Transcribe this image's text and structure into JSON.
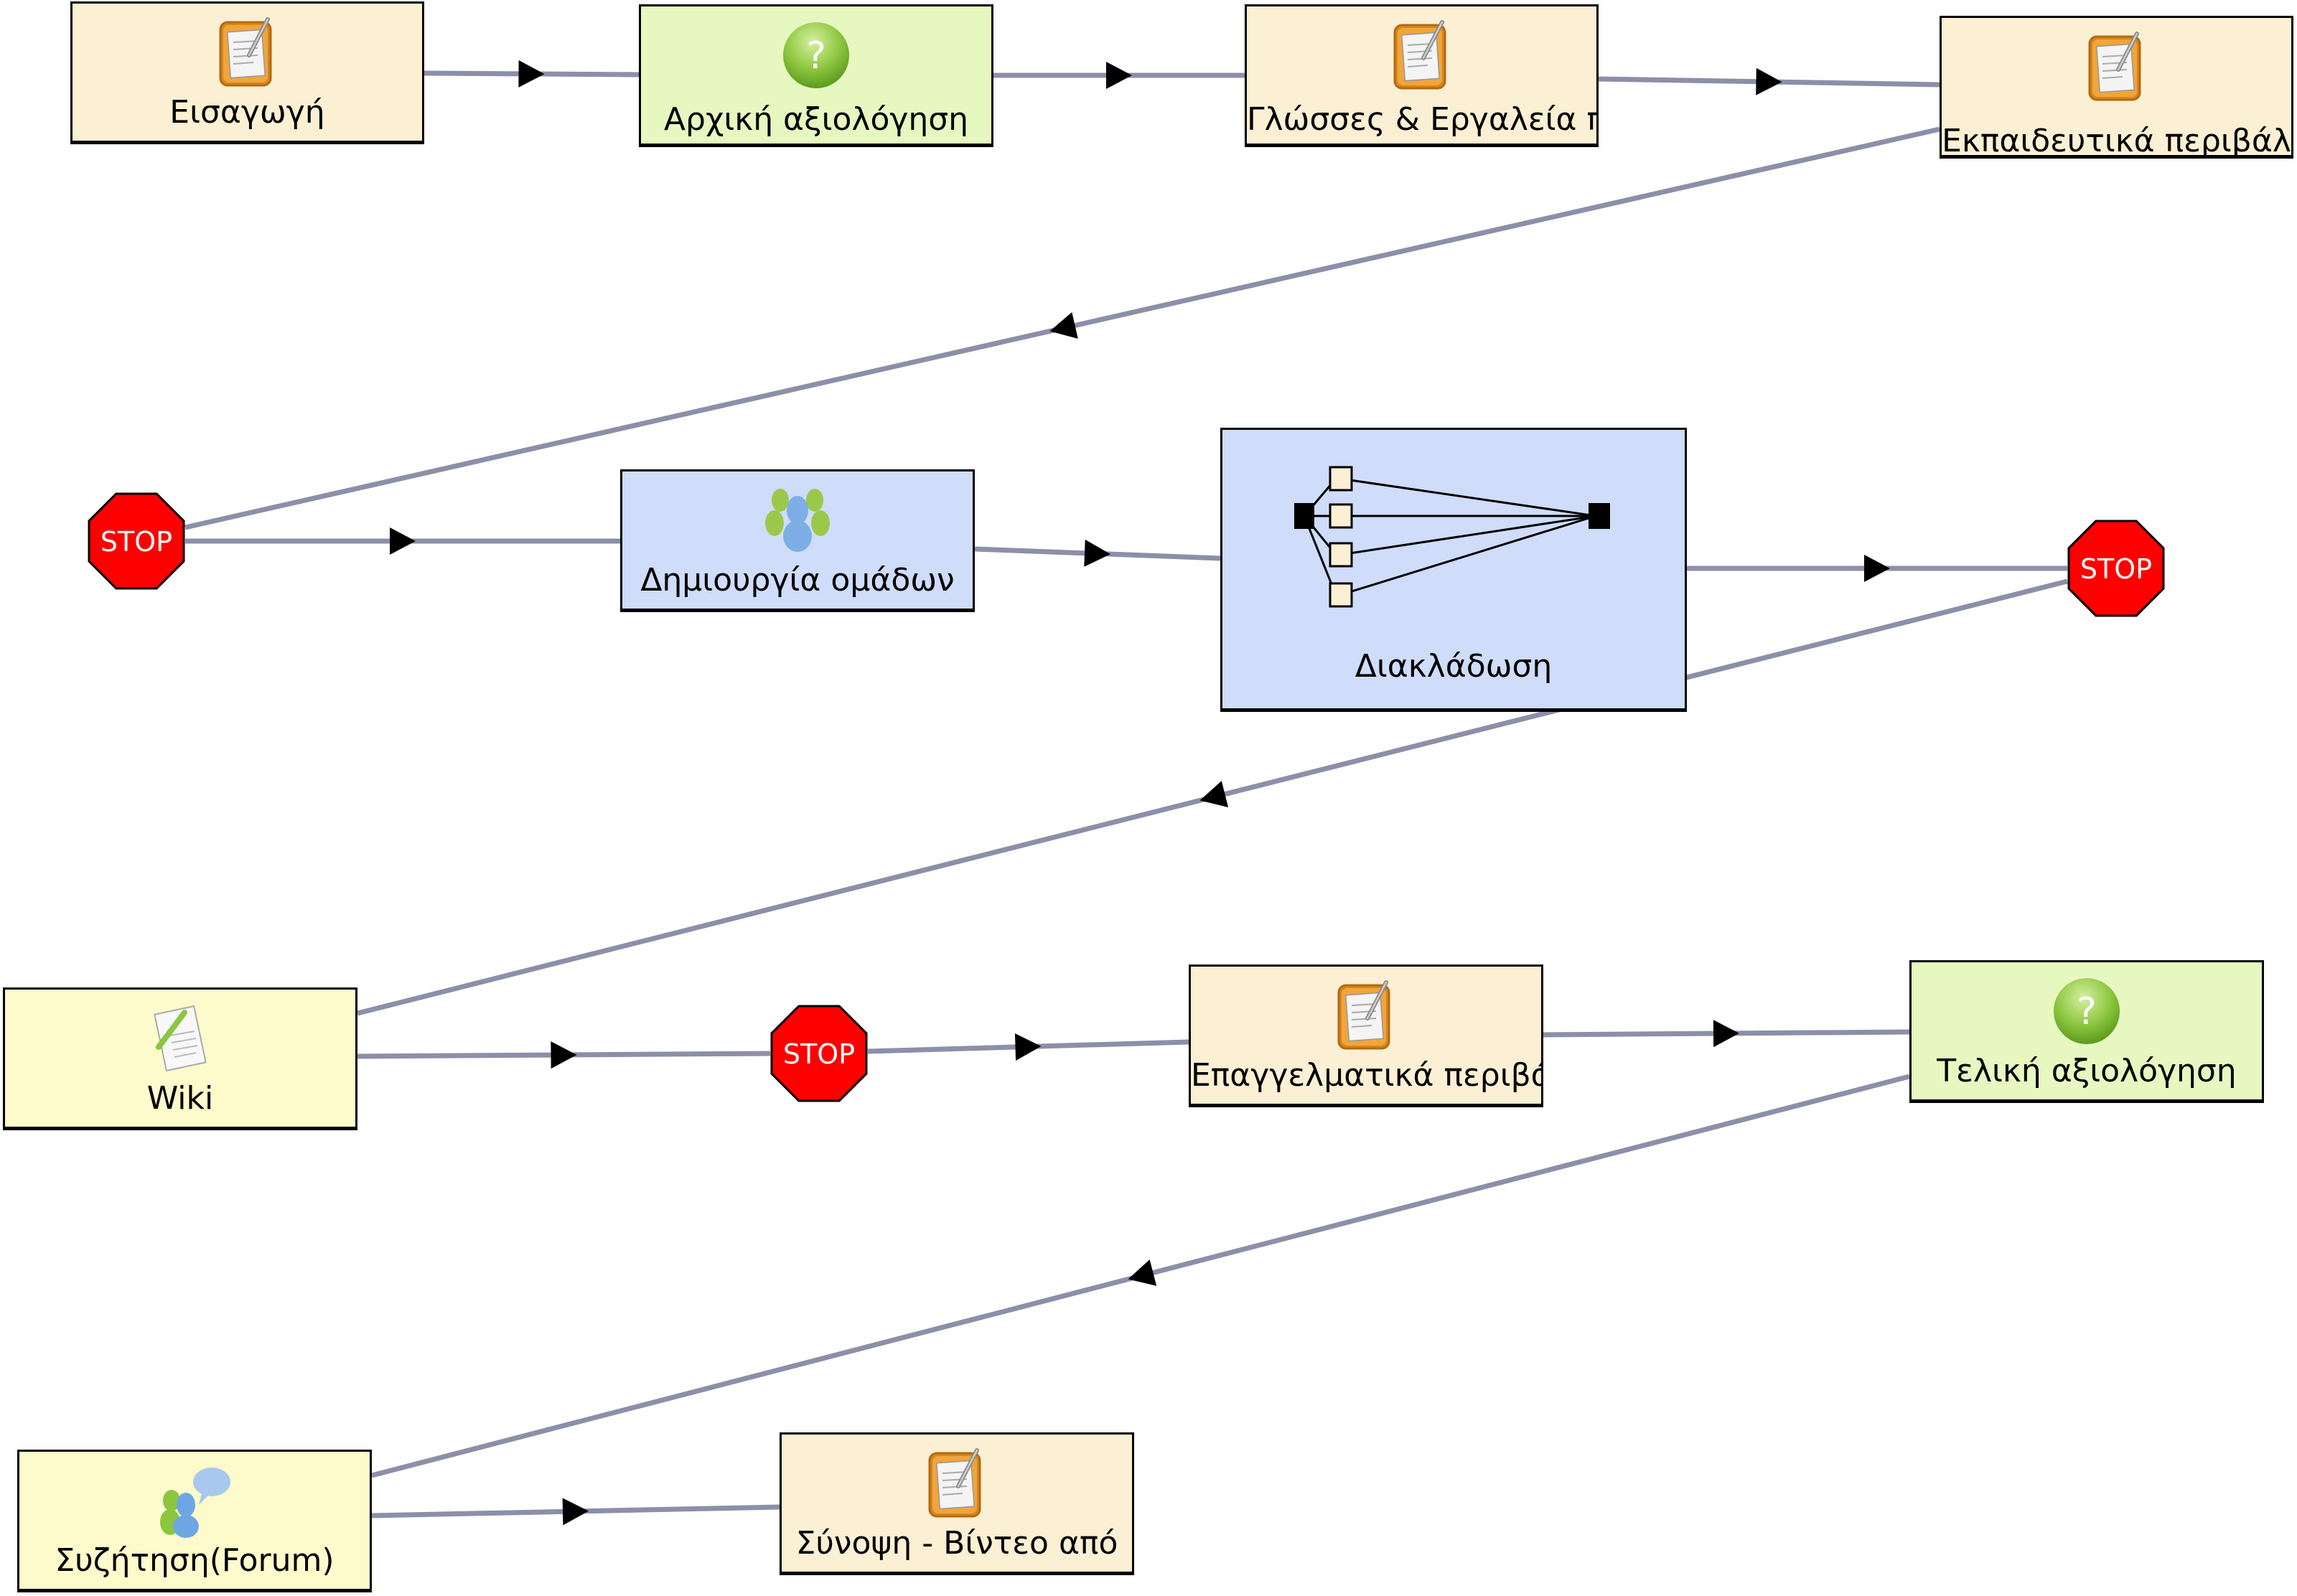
{
  "diagram": {
    "title": "Learning design sequence",
    "colors": {
      "connector": "#8c8fa8",
      "arrow": "#000000",
      "resource_fill": "#fbf0d4",
      "assessment_fill": "#e6f8c0",
      "group_fill": "#cfdcfa",
      "collab_fill": "#fdfacb",
      "stop_fill": "#ff0000"
    },
    "nodes": [
      {
        "id": "n1",
        "kind": "resource",
        "icon": "clipboard-icon",
        "label": "Εισαγωγή"
      },
      {
        "id": "n2",
        "kind": "assessment",
        "icon": "question-icon",
        "label": "Αρχική αξιολόγηση"
      },
      {
        "id": "n3",
        "kind": "resource",
        "icon": "clipboard-icon",
        "label": "Γλώσσες & Εργαλεία π"
      },
      {
        "id": "n4",
        "kind": "resource",
        "icon": "clipboard-icon",
        "label": "Εκπαιδευτικά περιβάλ"
      },
      {
        "id": "s1",
        "kind": "stop",
        "label": "STOP"
      },
      {
        "id": "n5",
        "kind": "grouping",
        "icon": "group-icon",
        "label": "Δημιουργία ομάδων"
      },
      {
        "id": "n6",
        "kind": "branching",
        "icon": "branching-icon",
        "label": "Διακλάδωση"
      },
      {
        "id": "s2",
        "kind": "stop",
        "label": "STOP"
      },
      {
        "id": "n7",
        "kind": "wiki",
        "icon": "wiki-page-icon",
        "label": "Wiki"
      },
      {
        "id": "s3",
        "kind": "stop",
        "label": "STOP"
      },
      {
        "id": "n8",
        "kind": "resource",
        "icon": "clipboard-icon",
        "label": "Επαγγελματικά περιβά"
      },
      {
        "id": "n9",
        "kind": "assessment",
        "icon": "question-icon",
        "label": "Τελική αξιολόγηση"
      },
      {
        "id": "n10",
        "kind": "forum",
        "icon": "forum-icon",
        "label": "Συζήτηση(Forum)"
      },
      {
        "id": "n11",
        "kind": "resource",
        "icon": "clipboard-icon",
        "label": "Σύνοψη - Βίντεο από"
      }
    ],
    "edges": [
      {
        "from": "n1",
        "to": "n2"
      },
      {
        "from": "n2",
        "to": "n3"
      },
      {
        "from": "n3",
        "to": "n4"
      },
      {
        "from": "n4",
        "to": "s1"
      },
      {
        "from": "s1",
        "to": "n5"
      },
      {
        "from": "n5",
        "to": "n6"
      },
      {
        "from": "n6",
        "to": "s2"
      },
      {
        "from": "s2",
        "to": "n7"
      },
      {
        "from": "n7",
        "to": "s3"
      },
      {
        "from": "s3",
        "to": "n8"
      },
      {
        "from": "n8",
        "to": "n9"
      },
      {
        "from": "n9",
        "to": "n10"
      },
      {
        "from": "n10",
        "to": "n11"
      }
    ]
  }
}
